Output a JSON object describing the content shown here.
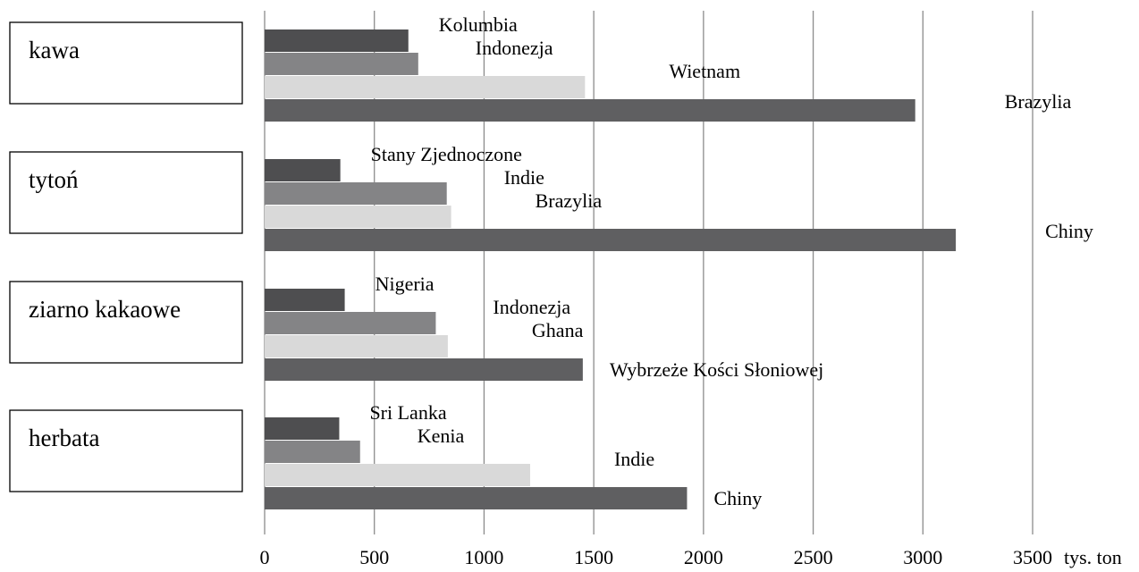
{
  "chart_data": {
    "type": "bar",
    "orientation": "horizontal",
    "xlim": [
      0,
      3500
    ],
    "x_ticks": [
      "0",
      "500",
      "1000",
      "1500",
      "2000",
      "2500",
      "3000",
      "3500"
    ],
    "x_unit": "tys. ton",
    "grid": true,
    "legend": "none",
    "colors": {
      "rank1": "#5f5f61",
      "rank2": "#d9d9d9",
      "rank3": "#848486",
      "rank4": "#4e4e50",
      "grid": "#8c8c8c"
    },
    "groups": [
      {
        "category": "kawa",
        "bars": [
          {
            "country": "Kolumbia",
            "value": 655,
            "rank": 4
          },
          {
            "country": "Indonezja",
            "value": 700,
            "rank": 3
          },
          {
            "country": "Wietnam",
            "value": 1460,
            "rank": 2
          },
          {
            "country": "Brazylia",
            "value": 2965,
            "rank": 1
          }
        ]
      },
      {
        "category": "tytoń",
        "bars": [
          {
            "country": "Stany Zjednoczone",
            "value": 345,
            "rank": 4
          },
          {
            "country": "Indie",
            "value": 830,
            "rank": 3
          },
          {
            "country": "Brazylia",
            "value": 850,
            "rank": 2
          },
          {
            "country": "Chiny",
            "value": 3150,
            "rank": 1
          }
        ]
      },
      {
        "category": "ziarno kakaowe",
        "bars": [
          {
            "country": "Nigeria",
            "value": 365,
            "rank": 4
          },
          {
            "country": "Indonezja",
            "value": 780,
            "rank": 3
          },
          {
            "country": "Ghana",
            "value": 835,
            "rank": 2
          },
          {
            "country": "Wybrzeże Kości Słoniowej",
            "value": 1450,
            "rank": 1
          }
        ]
      },
      {
        "category": "herbata",
        "bars": [
          {
            "country": "Sri Lanka",
            "value": 340,
            "rank": 4
          },
          {
            "country": "Kenia",
            "value": 435,
            "rank": 3
          },
          {
            "country": "Indie",
            "value": 1210,
            "rank": 2
          },
          {
            "country": "Chiny",
            "value": 1925,
            "rank": 1
          }
        ]
      }
    ]
  }
}
